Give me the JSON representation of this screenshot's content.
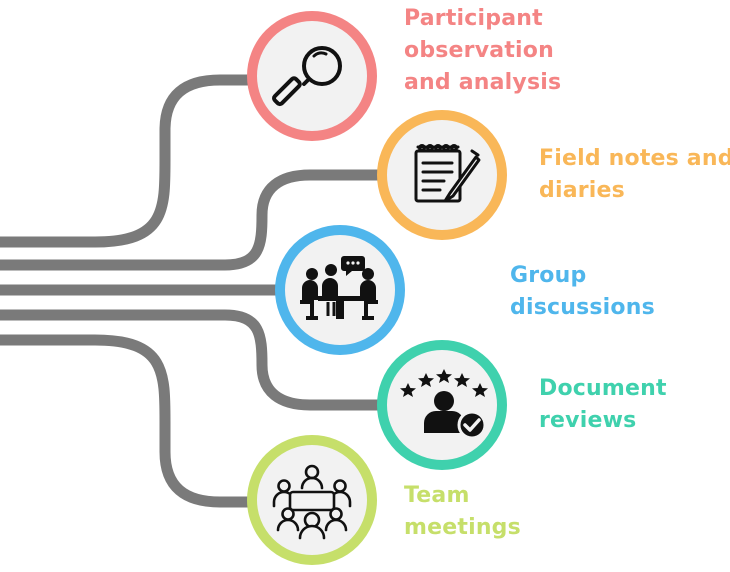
{
  "colors": {
    "connector": "#7a7a7a",
    "ring_fill": "#f2f2f2",
    "icon": "#111111"
  },
  "items": [
    {
      "name": "participant-observation",
      "icon": "magnifying-glass-icon",
      "color": "#f48484",
      "lines": [
        "Participant",
        "observation",
        "and analysis"
      ]
    },
    {
      "name": "field-notes",
      "icon": "notepad-pen-icon",
      "color": "#f9b758",
      "lines": [
        "Field notes and",
        "diaries"
      ]
    },
    {
      "name": "group-discussions",
      "icon": "group-discussion-icon",
      "color": "#4fb6ec",
      "lines": [
        "Group",
        "discussions"
      ]
    },
    {
      "name": "document-reviews",
      "icon": "person-rating-icon",
      "color": "#3fd1ad",
      "lines": [
        "Document",
        "reviews"
      ]
    },
    {
      "name": "team-meetings",
      "icon": "team-meeting-icon",
      "color": "#c6df6a",
      "lines": [
        "Team",
        "meetings"
      ]
    }
  ]
}
